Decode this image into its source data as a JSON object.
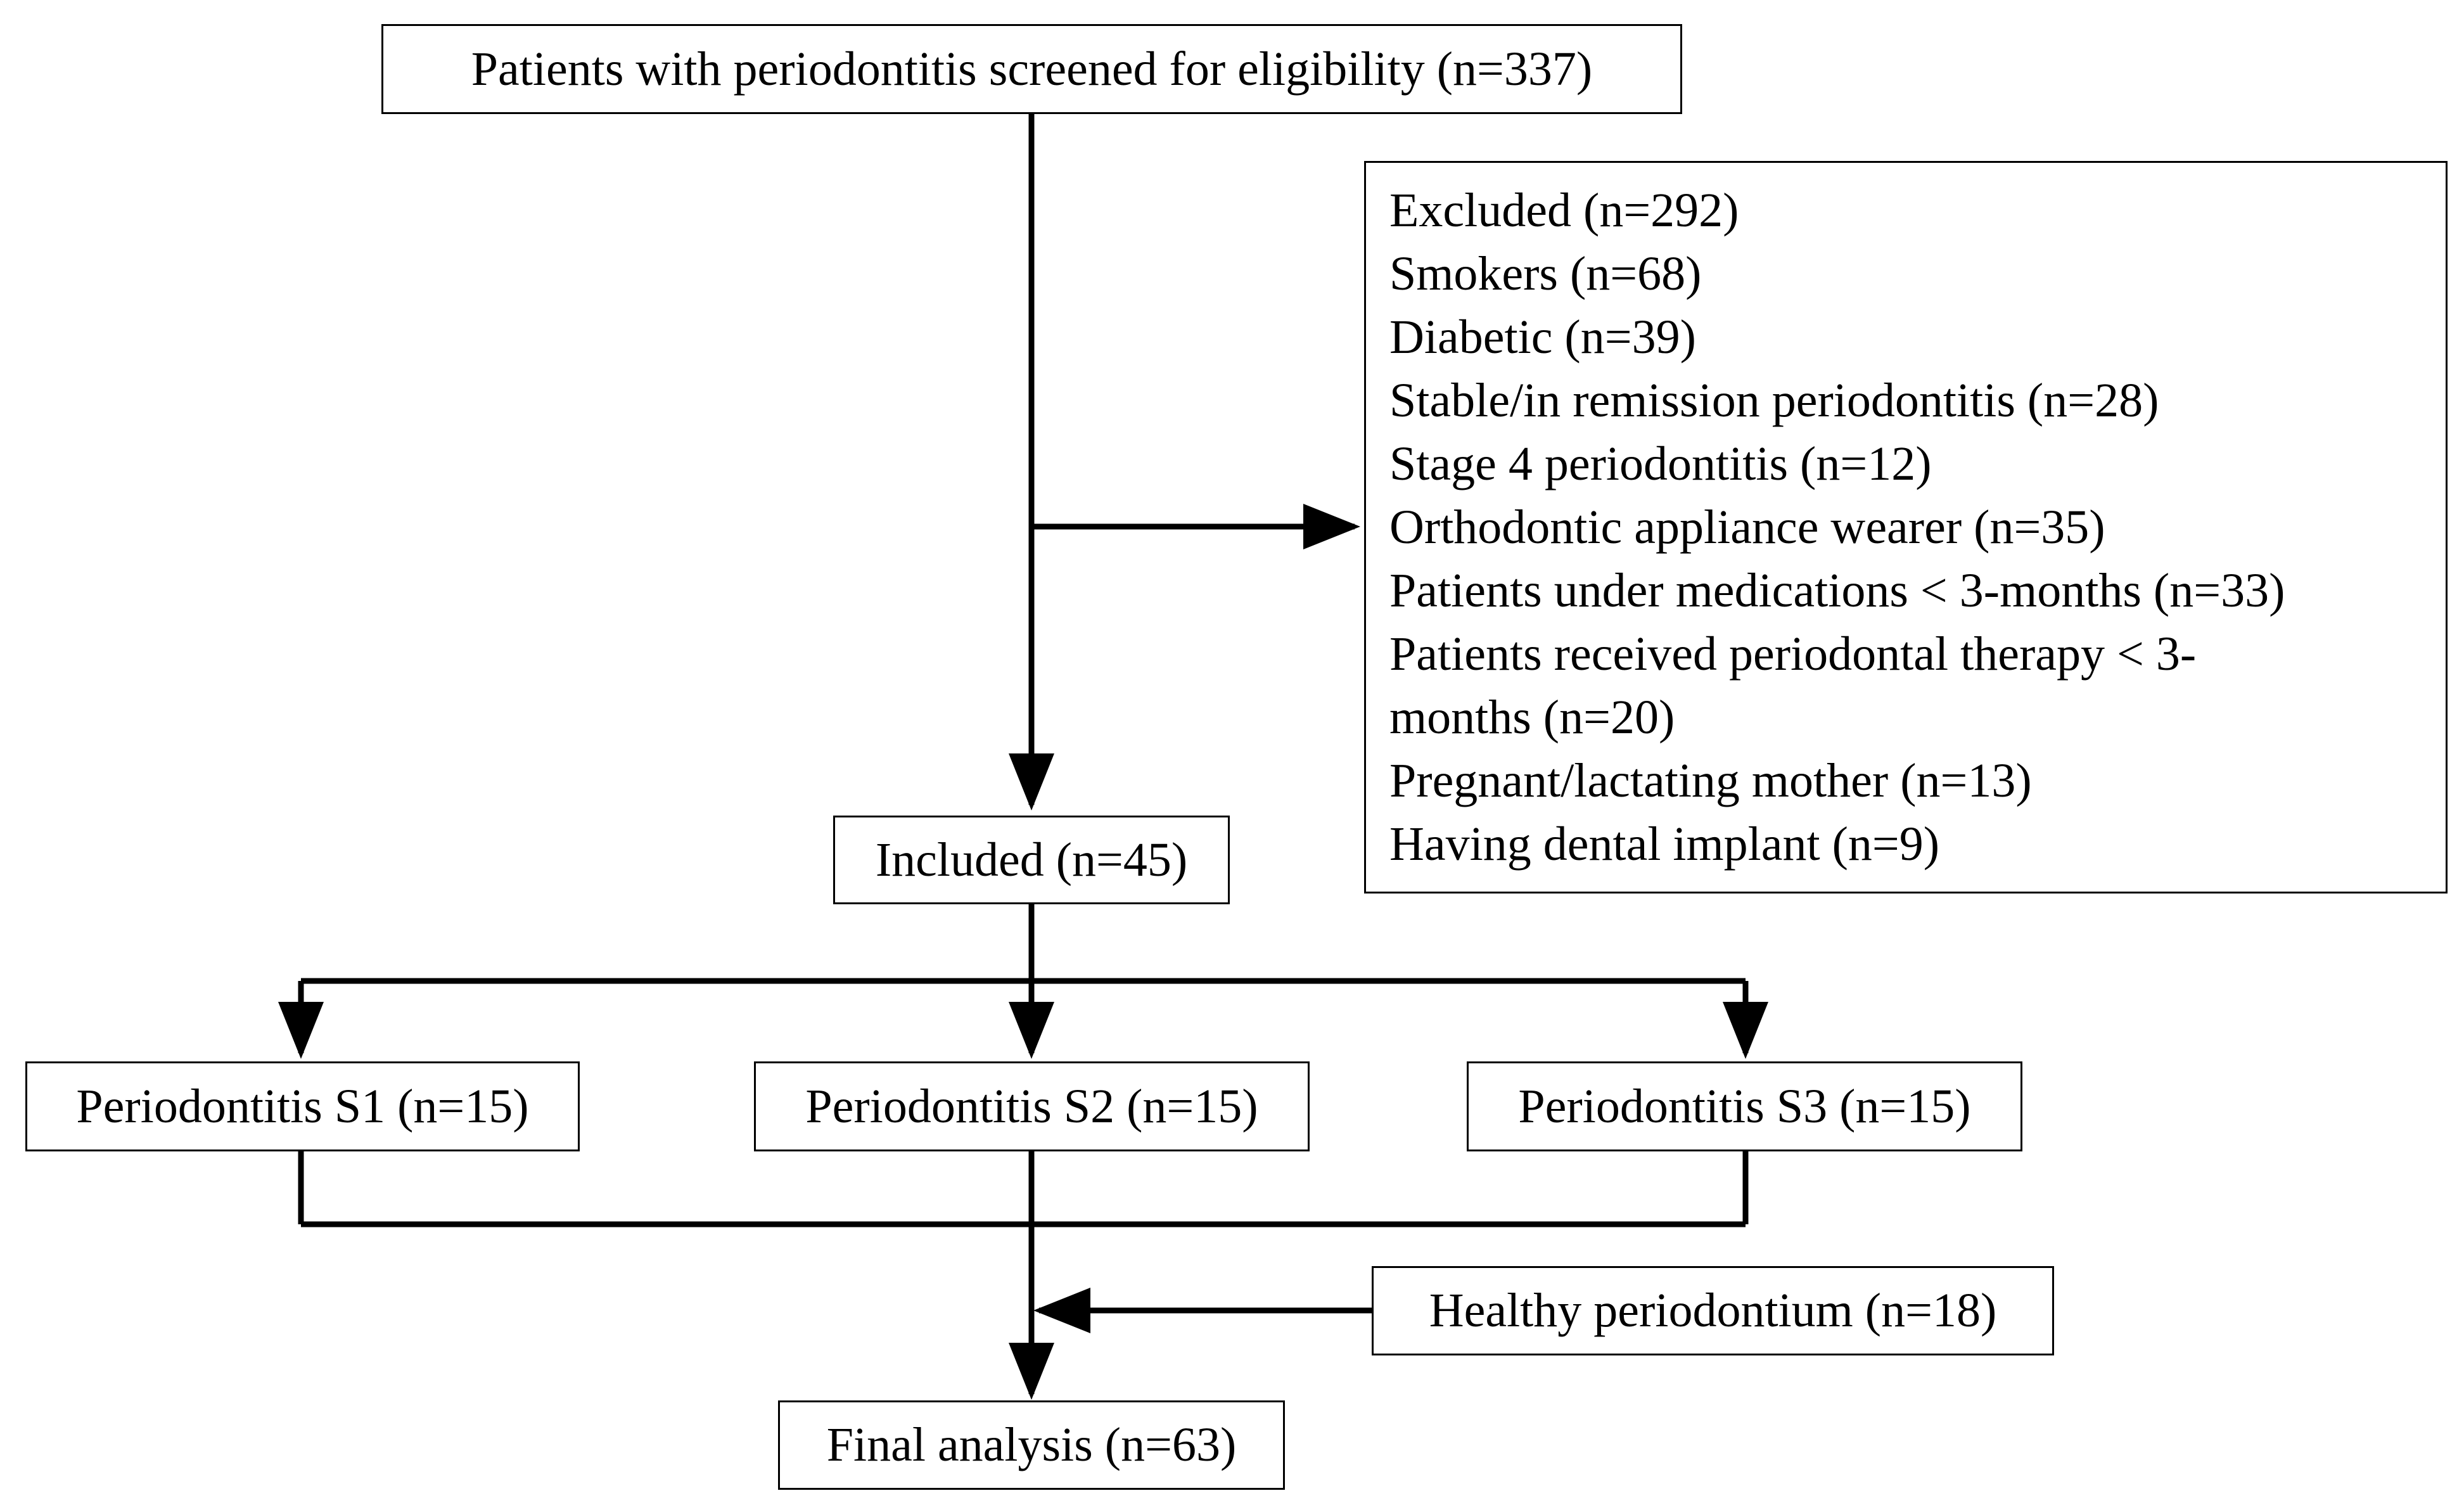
{
  "flowchart": {
    "screened": "Patients with periodontitis screened for eligibility (n=337)",
    "excluded": {
      "lines": [
        "Excluded (n=292)",
        "Smokers (n=68)",
        "Diabetic (n=39)",
        "Stable/in remission periodontitis (n=28)",
        "Stage 4 periodontitis (n=12)",
        "Orthodontic appliance wearer (n=35)",
        "Patients under medications < 3-months (n=33)",
        "Patients received periodontal therapy < 3-",
        "months (n=20)",
        "Pregnant/lactating mother (n=13)",
        "Having dental implant (n=9)"
      ]
    },
    "included": "Included (n=45)",
    "groups": [
      "Periodontitis S1 (n=15)",
      "Periodontitis S2 (n=15)",
      "Periodontitis S3 (n=15)"
    ],
    "healthy": "Healthy periodontium (n=18)",
    "final": "Final analysis (n=63)"
  },
  "colors": {
    "line": "#000000",
    "box_border": "#000000",
    "background": "#ffffff"
  }
}
